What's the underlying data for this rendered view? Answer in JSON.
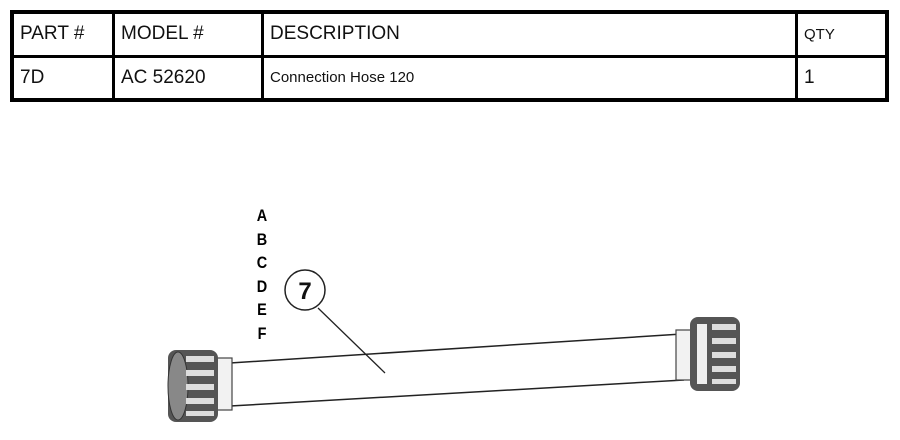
{
  "table": {
    "headers": [
      "PART #",
      "MODEL #",
      "DESCRIPTION",
      "QTY"
    ],
    "rows": [
      [
        "7D",
        "AC 52620",
        "Connection Hose 120",
        "1"
      ]
    ]
  },
  "diagram": {
    "callout": "7",
    "variants": [
      "A",
      "B",
      "C",
      "D",
      "E",
      "F"
    ]
  }
}
